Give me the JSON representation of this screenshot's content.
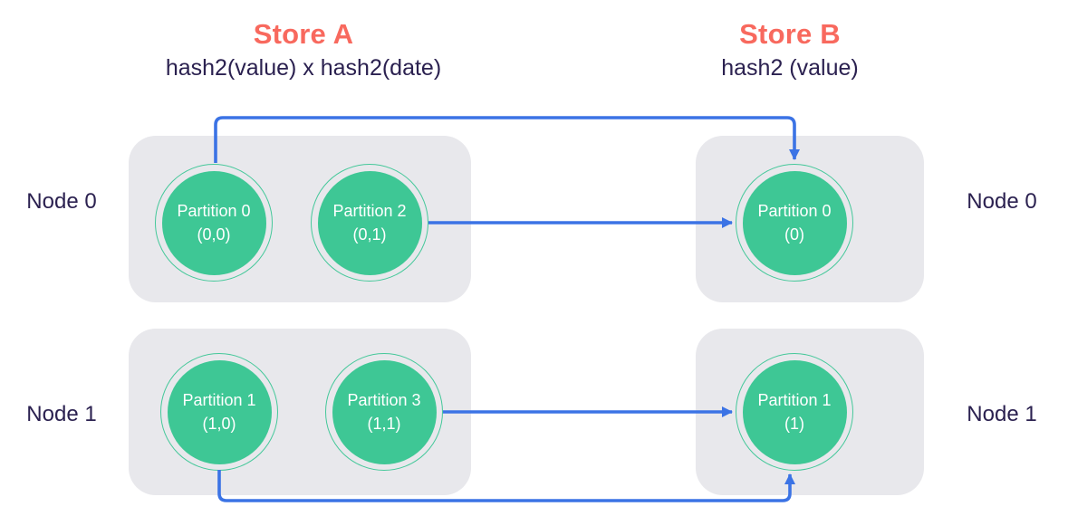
{
  "diagram": {
    "stores": [
      {
        "title": "Store A",
        "subtitle": "hash2(value) x hash2(date)",
        "nodes": [
          {
            "label": "Node 0",
            "partitions": [
              {
                "name": "Partition 0",
                "index": "(0,0)"
              },
              {
                "name": "Partition 2",
                "index": "(0,1)"
              }
            ]
          },
          {
            "label": "Node 1",
            "partitions": [
              {
                "name": "Partition 1",
                "index": "(1,0)"
              },
              {
                "name": "Partition 3",
                "index": "(1,1)"
              }
            ]
          }
        ]
      },
      {
        "title": "Store B",
        "subtitle": "hash2 (value)",
        "nodes": [
          {
            "label": "Node 0",
            "partitions": [
              {
                "name": "Partition 0",
                "index": "(0)"
              }
            ]
          },
          {
            "label": "Node 1",
            "partitions": [
              {
                "name": "Partition 1",
                "index": "(1)"
              }
            ]
          }
        ]
      }
    ],
    "arrows": [
      {
        "from": "store-a-partition-0",
        "to": "store-b-partition-0",
        "route": "over-top"
      },
      {
        "from": "store-a-partition-2",
        "to": "store-b-partition-0",
        "route": "straight"
      },
      {
        "from": "store-a-partition-3",
        "to": "store-b-partition-1",
        "route": "straight"
      },
      {
        "from": "store-a-partition-1",
        "to": "store-b-partition-1",
        "route": "under-bottom"
      }
    ],
    "colors": {
      "store_title": "#F8695E",
      "text": "#2B2150",
      "partition_fill": "#3EC795",
      "partition_ring": "#45C89A",
      "node_box": "#E8E8EC",
      "arrow": "#3B73E5"
    }
  }
}
